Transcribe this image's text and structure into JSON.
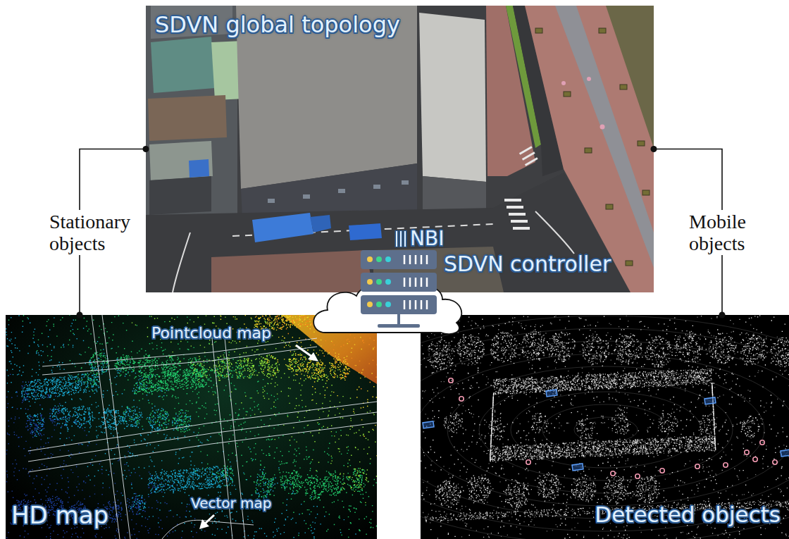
{
  "diagram": {
    "nodes": [
      {
        "text": [
          "SDVN global topology"
        ]
      },
      {
        "text": [
          "NBI",
          "SDVN controller"
        ]
      },
      {
        "text": [
          "Pointcloud map",
          "Vector map",
          "HD map"
        ]
      },
      {
        "text": [
          "Detected objects"
        ]
      }
    ],
    "edges": [
      {
        "from": 0,
        "to": 2,
        "label": "Stationary objects",
        "arrow": "none"
      },
      {
        "from": 0,
        "to": 3,
        "label": "Mobile objects",
        "arrow": "none"
      }
    ]
  }
}
